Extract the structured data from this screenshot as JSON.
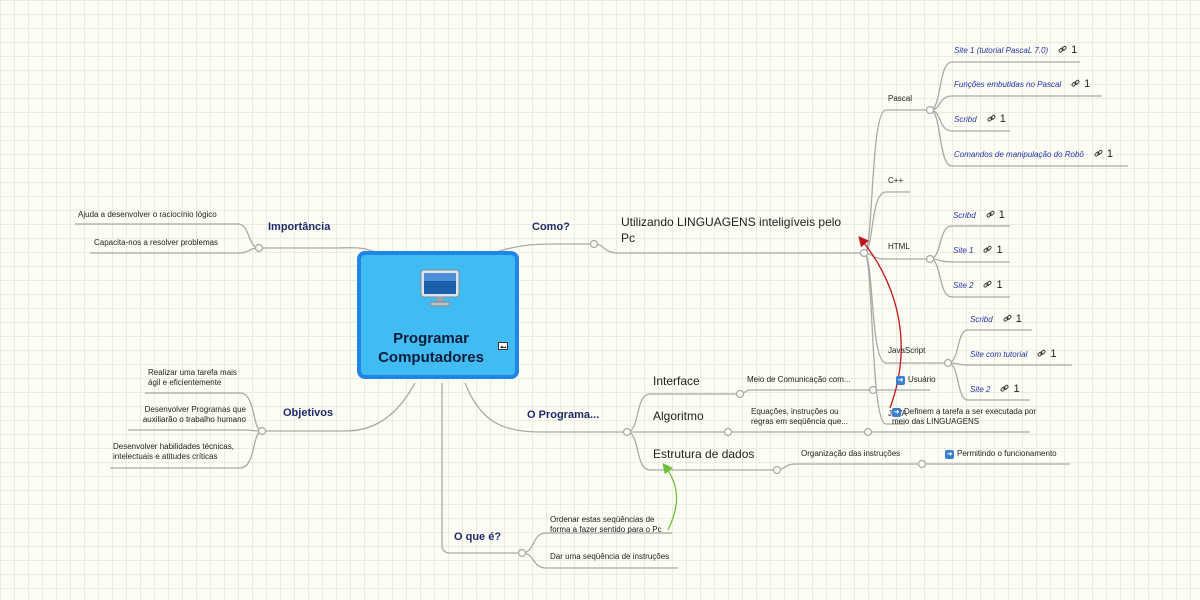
{
  "root": {
    "title": "Programar Computadores"
  },
  "branches": {
    "importancia": {
      "label": "Importância",
      "items": [
        "Ajuda a desenvolver o raciocínio lógico",
        "Capacita-nos a resolver problemas"
      ]
    },
    "objetivos": {
      "label": "Objetivos",
      "items": [
        "Realizar uma tarefa mais ágil e eficientemente",
        "Desenvolver Programas que auxiliarão o trabalho humano",
        "Desenvolver habilidades técnicas, intelectuais e atitudes críticas"
      ]
    },
    "como": {
      "label": "Como?",
      "topic": "Utilizando LINGUAGENS inteligíveis pelo Pc",
      "languages": {
        "pascal": {
          "label": "Pascal",
          "links": [
            {
              "text": "Site 1 (tutorial PascaL 7.0)",
              "count": "1"
            },
            {
              "text": "Funções embutidas no Pascal",
              "count": "1"
            },
            {
              "text": "Scribd",
              "count": "1"
            },
            {
              "text": "Comandos de manipulação do Robô",
              "count": "1"
            }
          ]
        },
        "cpp": {
          "label": "C++"
        },
        "html": {
          "label": "HTML",
          "links": [
            {
              "text": "Scribd",
              "count": "1"
            },
            {
              "text": "Site 1",
              "count": "1"
            },
            {
              "text": "Site 2",
              "count": "1"
            }
          ]
        },
        "javascript": {
          "label": "JavaScript",
          "links": [
            {
              "text": "Scribd",
              "count": "1"
            },
            {
              "text": "Site com tutorial",
              "count": "1"
            },
            {
              "text": "Site 2",
              "count": "1"
            }
          ]
        },
        "java": {
          "label": "JAVA"
        }
      }
    },
    "programa": {
      "label": "O Programa...",
      "items": {
        "interface": {
          "label": "Interface",
          "detail": "Meio de Comunicação com...",
          "target": "Usuário"
        },
        "algoritmo": {
          "label": "Algoritmo",
          "detail": "Equações, instruções ou regras em seqüência que...",
          "target": "Definem a tarefa a ser executada por meio das LINGUAGENS"
        },
        "estrutura": {
          "label": "Estrutura de dados",
          "detail": "Organização das instruções",
          "target": "Permitindo o funcionamento"
        }
      }
    },
    "oque": {
      "label": "O que é?",
      "items": [
        "Ordenar estas seqüências de forma a fazer sentido para o Pc",
        "Dar uma seqüência de instruções"
      ]
    }
  },
  "colors": {
    "root_fill": "#41bcf2",
    "root_border": "#1f86e6",
    "branch_text": "#1d2a6b",
    "link_text": "#2233aa",
    "line": "#a9a9a9",
    "red_arrow": "#c0141c",
    "green_arrow": "#6cc23a"
  }
}
